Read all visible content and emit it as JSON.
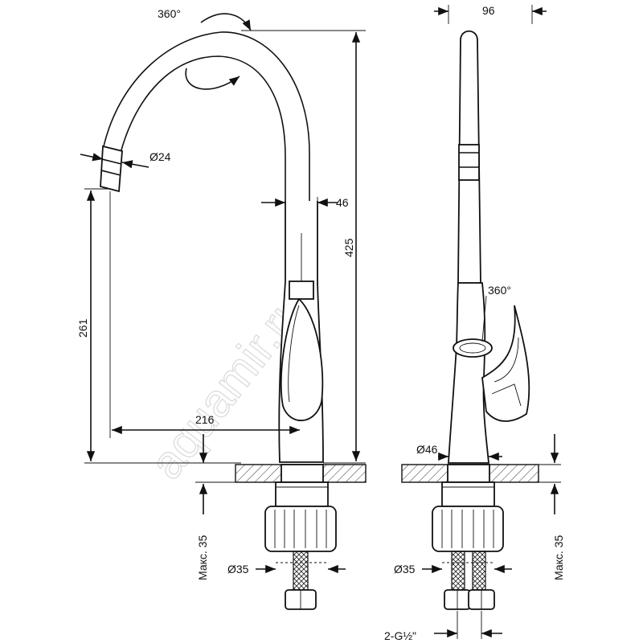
{
  "watermark": "aquamir.ru",
  "front_view": {
    "labels": {
      "rotation": "360°",
      "hose_diameter": "Ø24",
      "body_width": "46",
      "total_height": "425",
      "spout_height": "261",
      "reach": "216",
      "shank_diameter": "Ø35",
      "max_thickness": "Макс. 35"
    }
  },
  "side_view": {
    "labels": {
      "width": "96",
      "handle_rotation": "360°",
      "base_diameter": "Ø46",
      "shank_diameter": "Ø35",
      "max_thickness": "Макс. 35",
      "connection": "2-G½\""
    }
  }
}
